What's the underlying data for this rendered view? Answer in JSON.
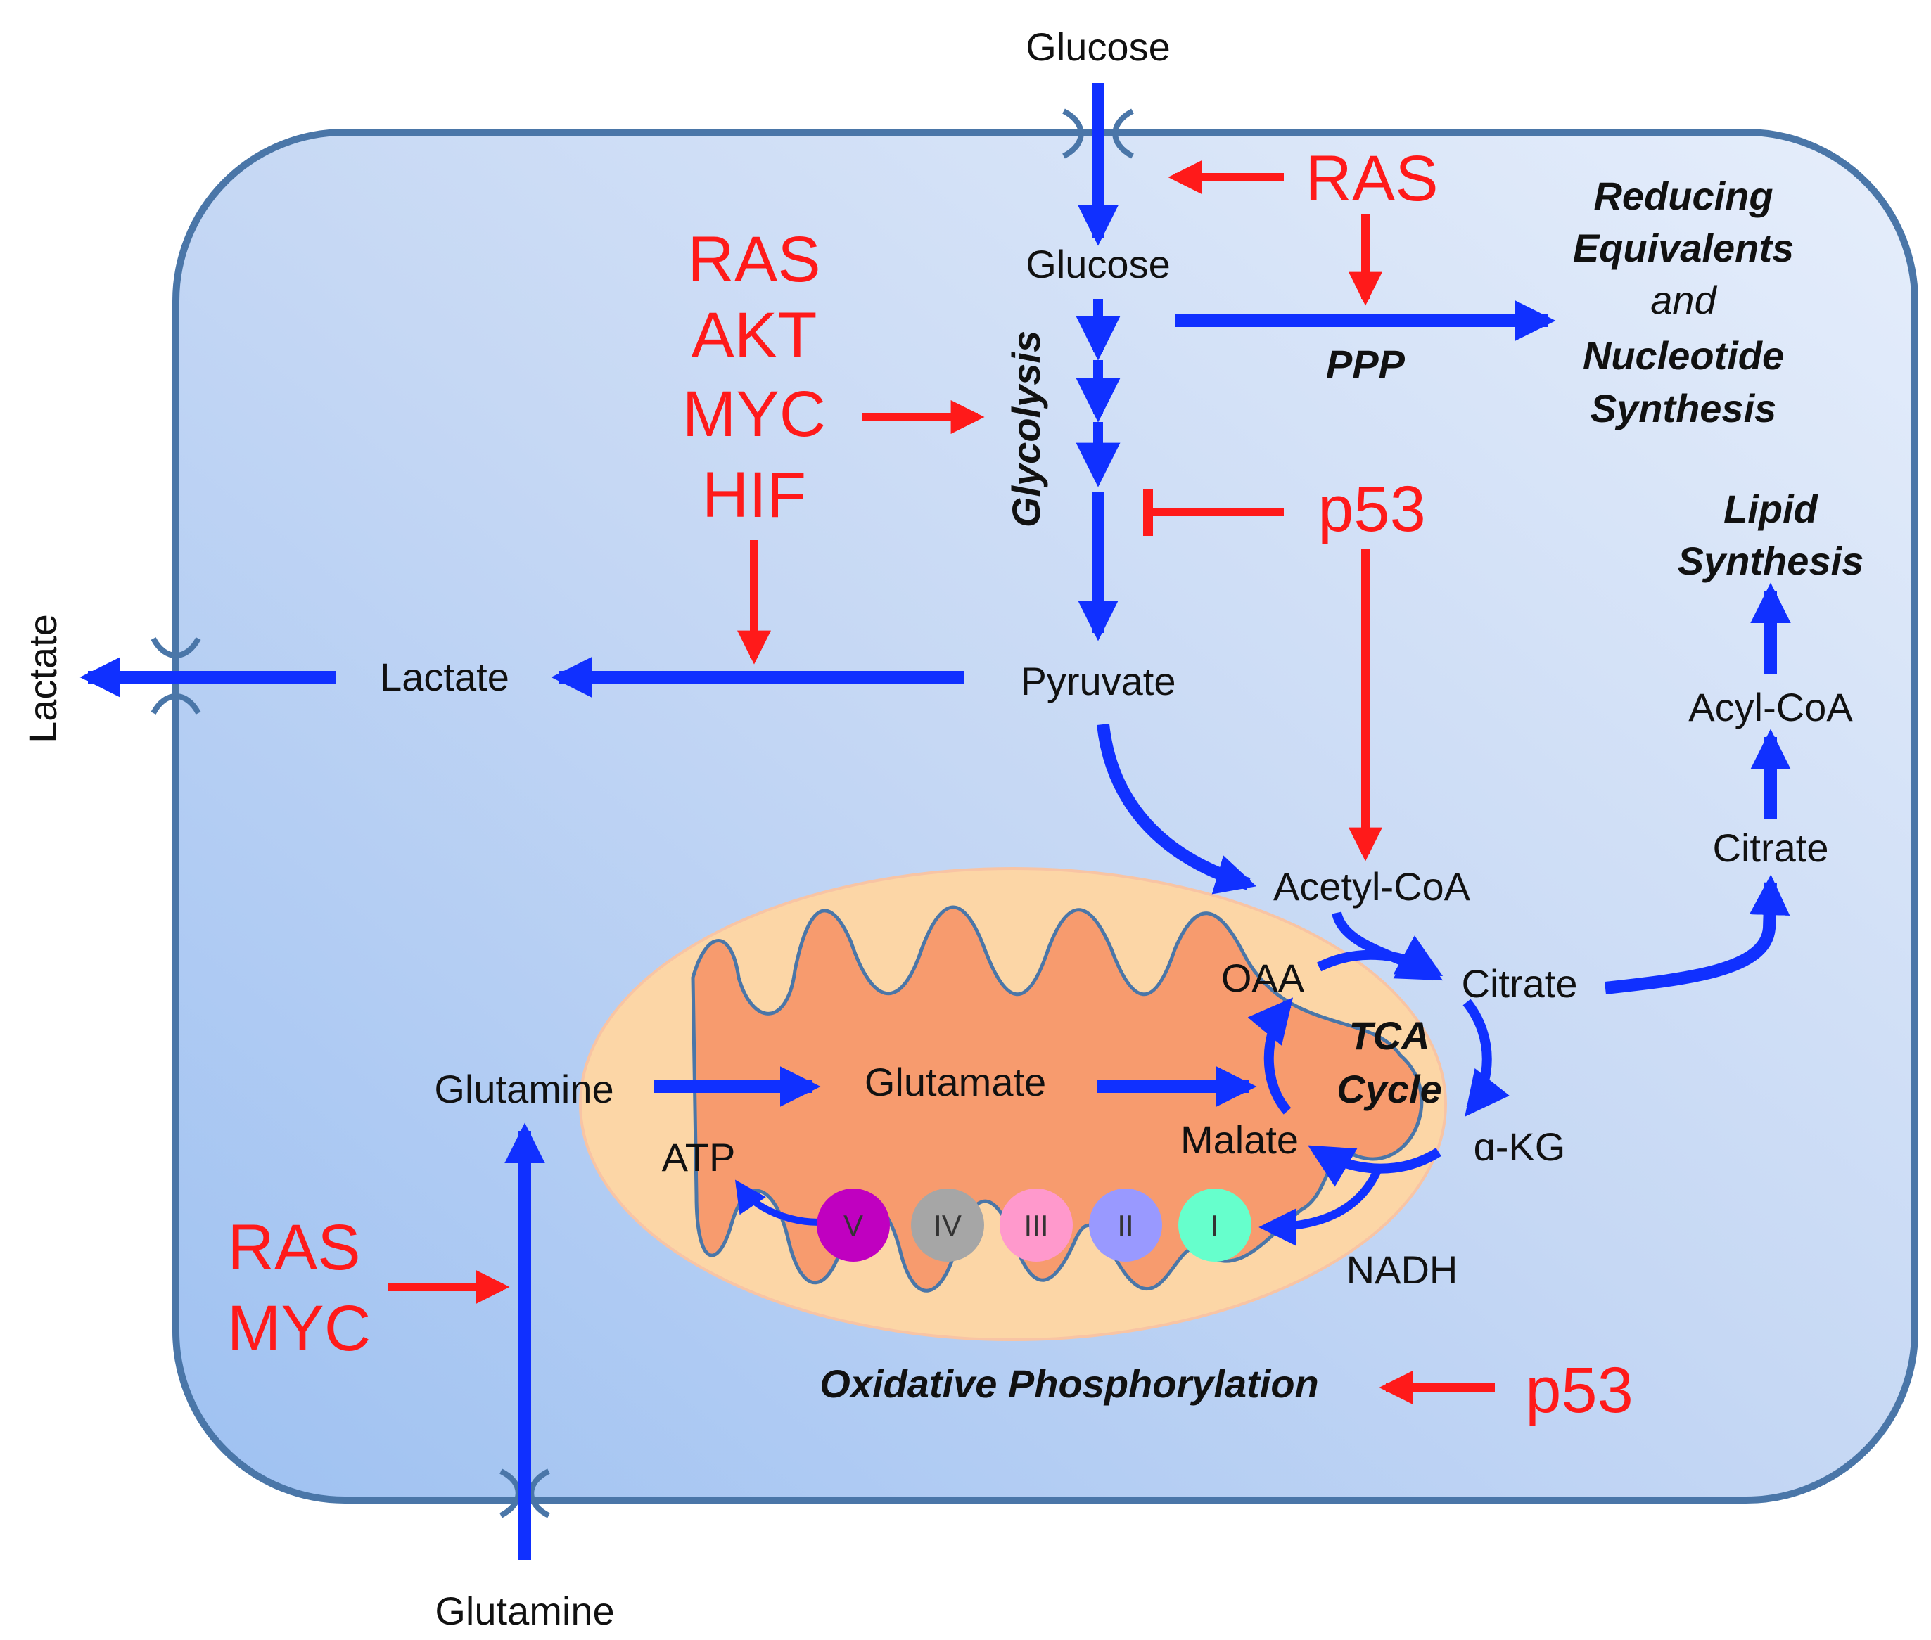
{
  "colors": {
    "pathway_arrow": "#1030ff",
    "regulator": "#ff1a1a",
    "cell_fill": "#c6d8f4",
    "cell_border": "#4a76a8",
    "mito_outer": "#fcd6a6",
    "mito_inner": "#f79b6e"
  },
  "outside": {
    "glucose": "Glucose",
    "lactate": "Lactate",
    "glutamine": "Glutamine"
  },
  "metabolites": {
    "glucose": "Glucose",
    "pyruvate": "Pyruvate",
    "lactate": "Lactate",
    "acetyl_coa": "Acetyl-CoA",
    "citrate_cyto": "Citrate",
    "acyl_coa": "Acyl-CoA",
    "glutamine": "Glutamine",
    "glutamate": "Glutamate",
    "oaa": "OAA",
    "citrate_mito": "Citrate",
    "malate": "Malate",
    "akg": "ɑ-KG",
    "atp": "ATP",
    "nadh": "NADH"
  },
  "processes": {
    "glycolysis": "Glycolysis",
    "ppp": "PPP",
    "tca_line1": "TCA",
    "tca_line2": "Cycle",
    "oxphos": "Oxidative Phosphorylation",
    "reducing_line1": "Reducing",
    "reducing_line2": "Equivalents",
    "reducing_line3": "and",
    "reducing_line4": "Nucleotide",
    "reducing_line5": "Synthesis",
    "lipid_line1": "Lipid",
    "lipid_line2": "Synthesis"
  },
  "regulators": {
    "ras_top": "RAS",
    "glycolysis_group": [
      "RAS",
      "AKT",
      "MYC",
      "HIF"
    ],
    "p53_mid": "p53",
    "glutamine_group": [
      "RAS",
      "MYC"
    ],
    "p53_bottom": "p53"
  },
  "complexes": [
    {
      "label": "V",
      "color": "#c000c0"
    },
    {
      "label": "IV",
      "color": "#a6a6a6"
    },
    {
      "label": "III",
      "color": "#ff99cc"
    },
    {
      "label": "II",
      "color": "#9999ff"
    },
    {
      "label": "I",
      "color": "#66ffcc"
    }
  ]
}
